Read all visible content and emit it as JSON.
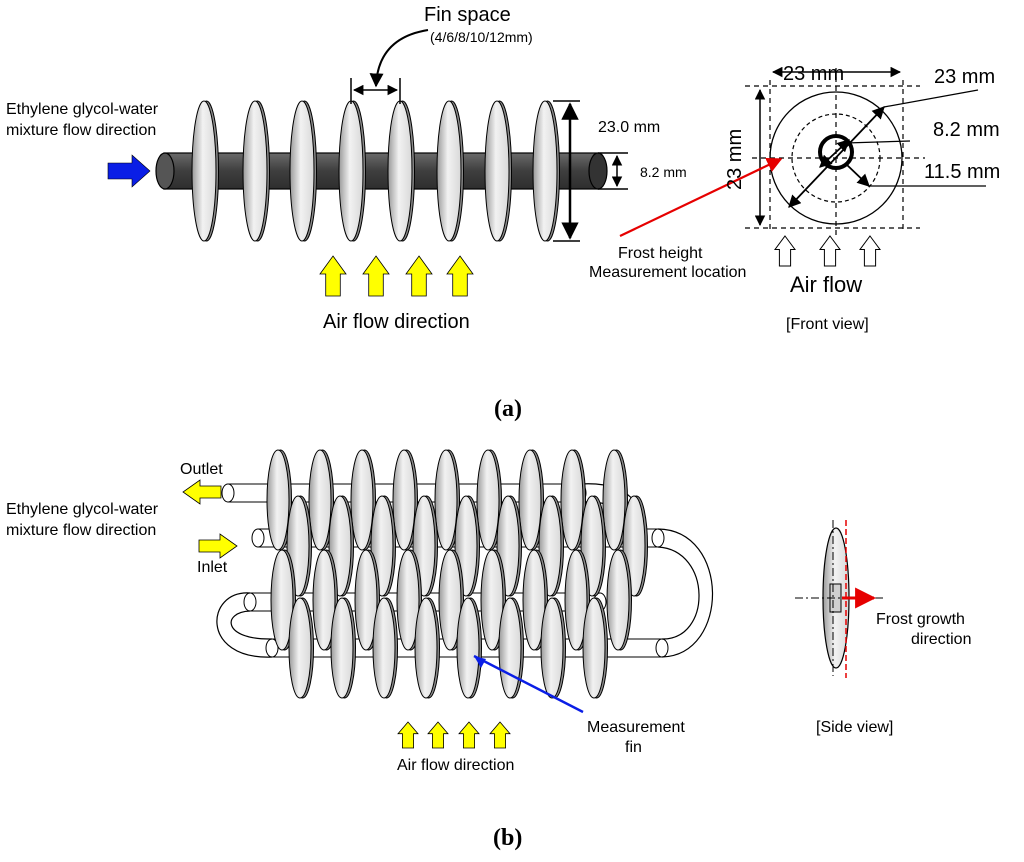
{
  "panel_a": {
    "label": "(a)",
    "fin_space_title": "Fin space",
    "fin_space_values": "(4/6/8/10/12mm)",
    "coolant_line1": "Ethylene glycol-water",
    "coolant_line2": "mixture flow direction",
    "fin_diameter": "23.0 mm",
    "tube_diameter": "8.2 mm",
    "air_flow": "Air flow direction",
    "front_width": "23 mm",
    "front_height": "23 mm",
    "front_diag": "23 mm",
    "front_tube": "8.2 mm",
    "front_mid": "11.5 mm",
    "frost_line1": "Frost height",
    "frost_line2": "Measurement location",
    "front_air": "Air flow",
    "front_view": "[Front view]"
  },
  "panel_b": {
    "label": "(b)",
    "outlet": "Outlet",
    "coolant_line1": "Ethylene glycol-water",
    "coolant_line2": "mixture flow direction",
    "inlet": "Inlet",
    "measurement_line1": "Measurement",
    "measurement_line2": "fin",
    "air_flow": "Air flow direction",
    "frost_line1": "Frost growth",
    "frost_line2": "direction",
    "side_view": "[Side view]"
  },
  "colors": {
    "tube_dark": "#4a4a4a",
    "fin_light": "#e8e8e8",
    "fin_dark": "#8c8c8c",
    "arrow_blue": "#0a1ee6",
    "arrow_yellow": "#ffff00",
    "arrow_red": "#e60000"
  }
}
